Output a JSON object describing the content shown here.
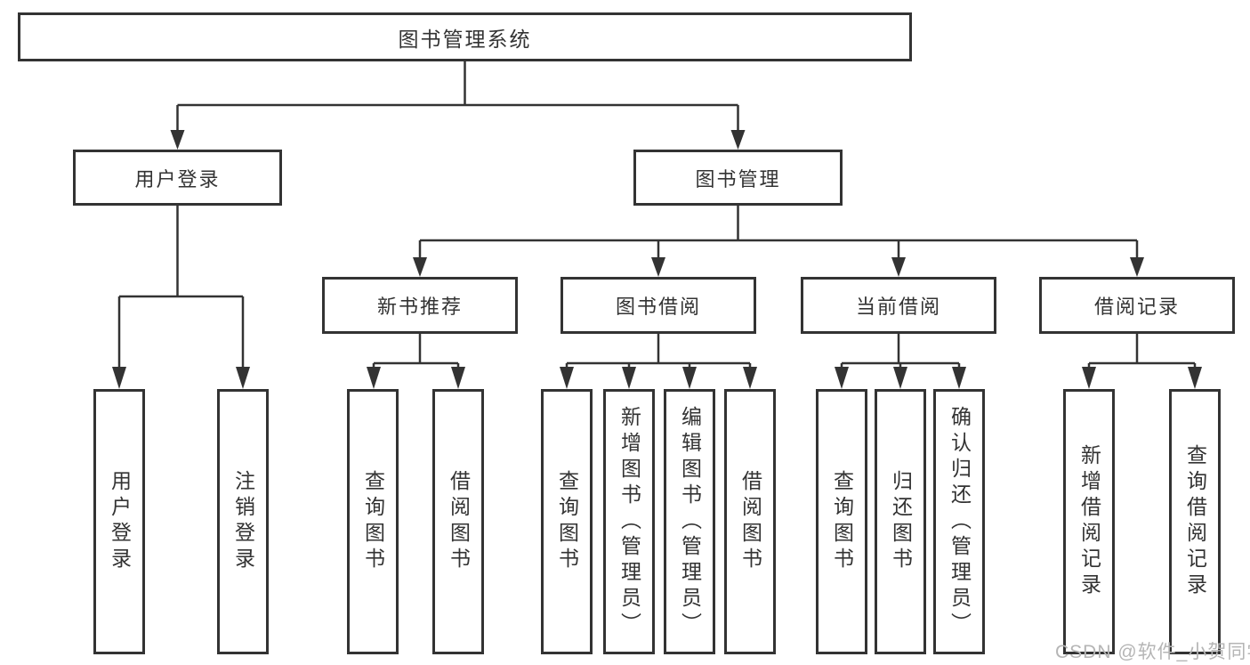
{
  "diagram": {
    "root": {
      "label": "图书管理系统"
    },
    "branches": [
      {
        "label": "用户登录",
        "children": [
          "用户登录",
          "注销登录"
        ]
      },
      {
        "label": "图书管理",
        "children": [
          {
            "label": "新书推荐",
            "children": [
              "查询图书",
              "借阅图书"
            ]
          },
          {
            "label": "图书借阅",
            "children": [
              "查询图书",
              "新增图书（管理员）",
              "编辑图书（管理员）",
              "借阅图书"
            ]
          },
          {
            "label": "当前借阅",
            "children": [
              "查询图书",
              "归还图书",
              "确认归还（管理员）"
            ]
          },
          {
            "label": "借阅记录",
            "children": [
              "新增借阅记录",
              "查询借阅记录"
            ]
          }
        ]
      }
    ]
  },
  "watermark": "CSDN @软件_小贺同学",
  "colors": {
    "line": "#333333",
    "box_border": "#333333",
    "text": "#333333",
    "background": "#ffffff",
    "watermark": "#b5b5b5"
  }
}
